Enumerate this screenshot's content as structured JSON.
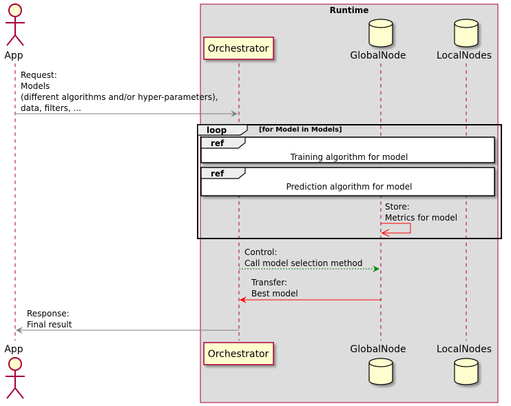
{
  "box": {
    "title": "Runtime"
  },
  "participants": {
    "app": "App",
    "orchestrator": "Orchestrator",
    "global": "GlobalNode",
    "local": "LocalNodes"
  },
  "messages": {
    "request": [
      "Request:",
      "Models",
      "(different algorithms and/or hyper-parameters),",
      "data, filters, ..."
    ],
    "store": [
      "Store:",
      "Metrics for model"
    ],
    "control": [
      "Control:",
      "Call model selection method"
    ],
    "transfer": [
      "Transfer:",
      "Best model"
    ],
    "response": [
      "Response:",
      "Final result"
    ]
  },
  "fragments": {
    "loop": {
      "keyword": "loop",
      "guard": "[for Model in Models]"
    },
    "ref1": {
      "keyword": "ref",
      "text": "Training algorithm for model"
    },
    "ref2": {
      "keyword": "ref",
      "text": "Prediction algorithm for model"
    }
  },
  "colors": {
    "box_fill": "#dddddd",
    "box_border": "#a80036",
    "participant_fill": "#fefece",
    "actor_stroke": "#a80036",
    "arrow_gray": "#808080",
    "arrow_red": "#ff0000",
    "arrow_green": "#008000"
  }
}
